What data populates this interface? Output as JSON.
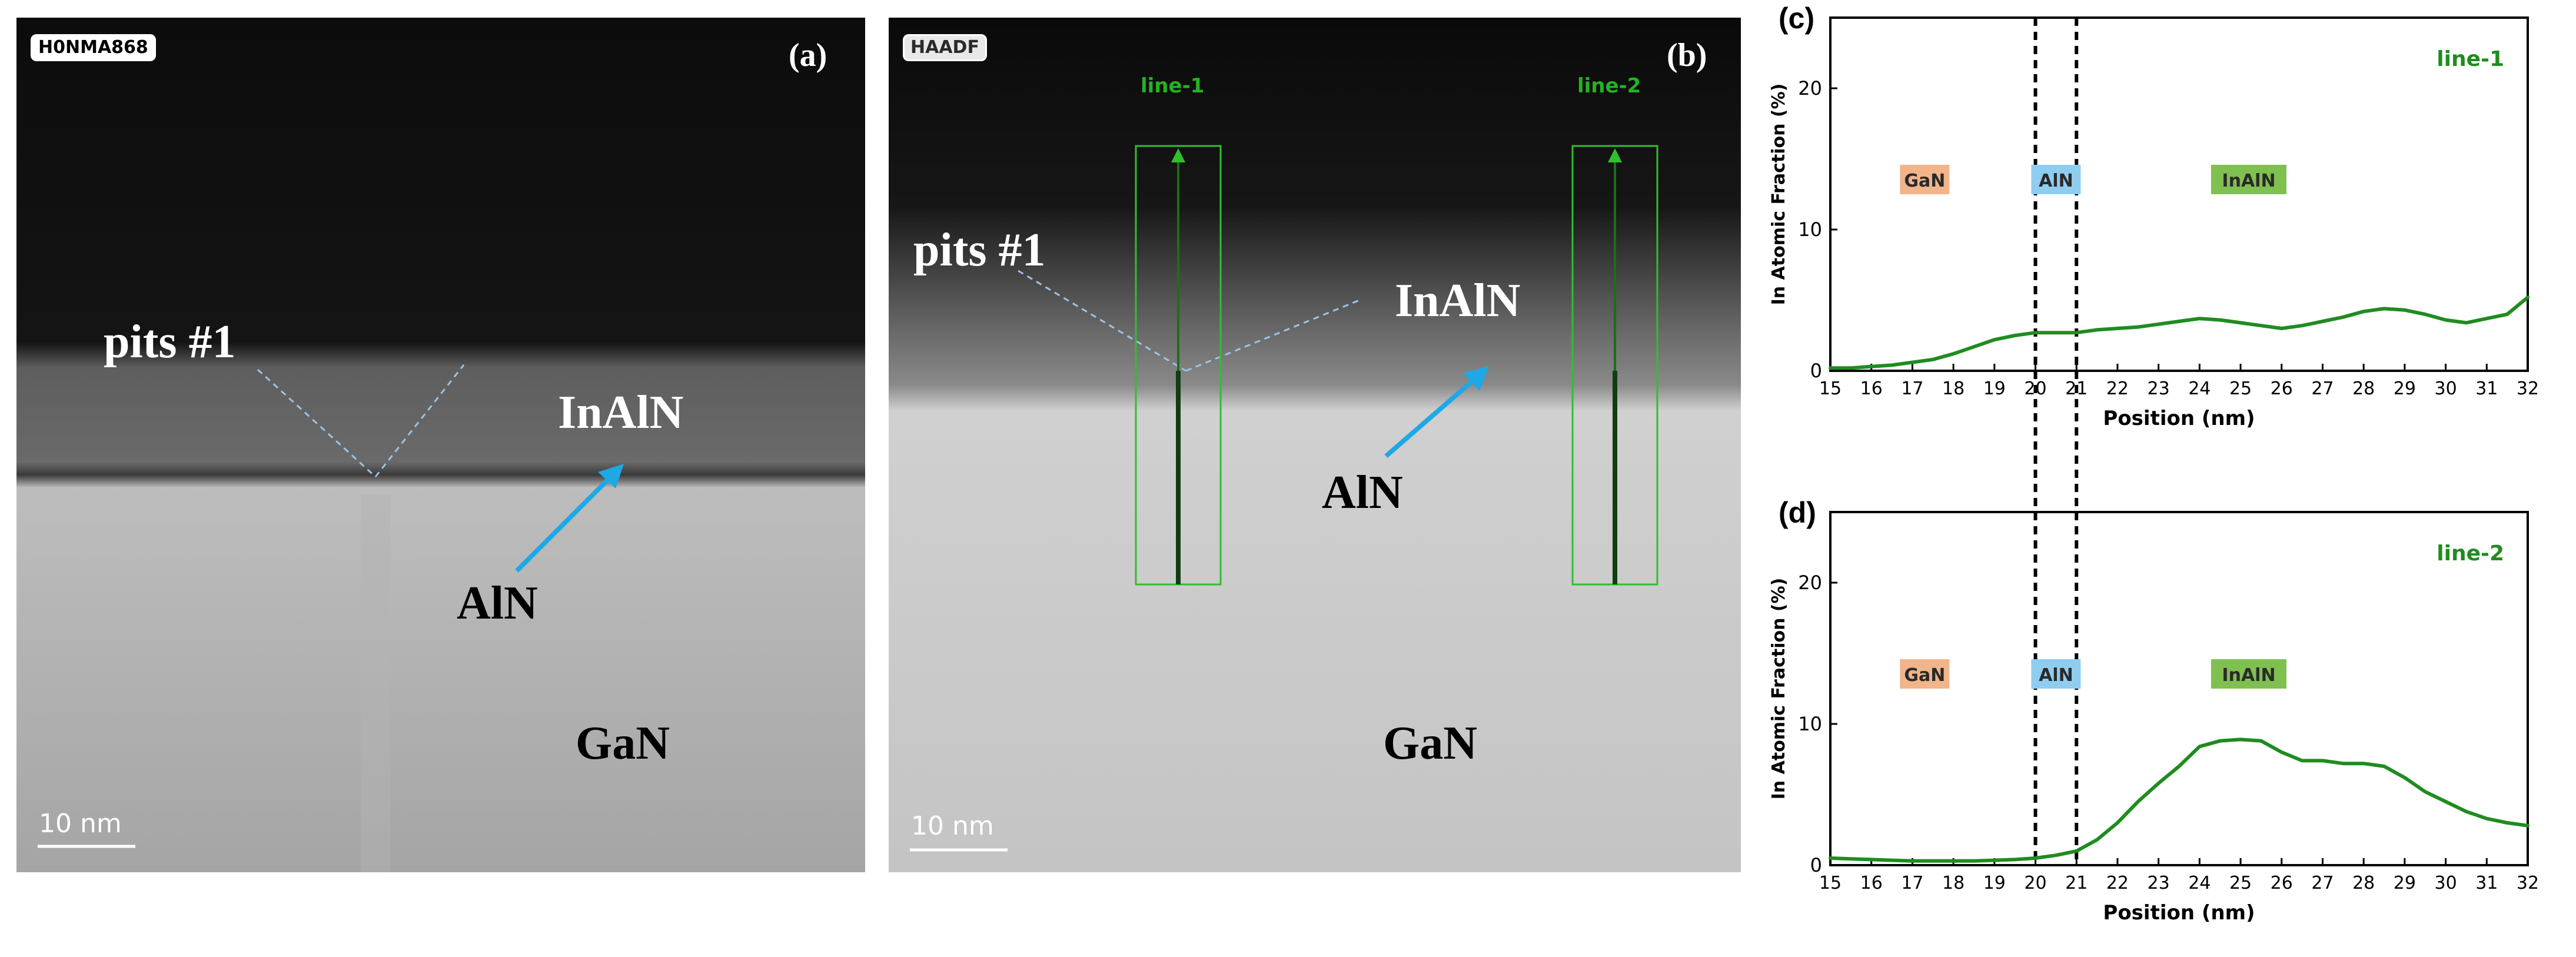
{
  "panel_a": {
    "label": "(a)",
    "tag": "H0NMA868",
    "pits_label": "pits #1",
    "inaln_label": "InAlN",
    "aln_label": "AlN",
    "gan_label": "GaN",
    "scale_label": "10 nm"
  },
  "panel_b": {
    "label": "(b)",
    "tag": "HAADF",
    "pits_label": "pits #1",
    "inaln_label": "InAlN",
    "aln_label": "AlN",
    "gan_label": "GaN",
    "scale_label": "10 nm",
    "line1_label": "line-1",
    "line2_label": "line-2"
  },
  "colors": {
    "line": "#1f8c1f",
    "gan_box": "#f2b48a",
    "aln_box": "#8ecdf0",
    "inaln_box": "#7fc050",
    "arrow": "#1ea8e6",
    "pit_line": "#9cc4e6"
  },
  "chart_data": [
    {
      "panel_label": "(c)",
      "type": "line",
      "series_label": "line-1",
      "xlabel": "Position (nm)",
      "ylabel": "In Atomic Fraction (%)",
      "xlim": [
        15,
        32
      ],
      "ylim": [
        0,
        25
      ],
      "xticks": [
        15,
        16,
        17,
        18,
        19,
        20,
        21,
        22,
        23,
        24,
        25,
        26,
        27,
        28,
        29,
        30,
        31,
        32
      ],
      "yticks": [
        0,
        10,
        20
      ],
      "vlines": [
        20,
        21
      ],
      "regions": [
        {
          "label": "GaN",
          "x": 17.3,
          "y": 13.5
        },
        {
          "label": "AlN",
          "x": 20.5,
          "y": 13.5
        },
        {
          "label": "InAlN",
          "x": 25.2,
          "y": 13.5
        }
      ],
      "x": [
        15,
        15.5,
        16,
        16.5,
        17,
        17.5,
        18,
        18.5,
        19,
        19.5,
        20,
        20.5,
        21,
        21.5,
        22,
        22.5,
        23,
        23.5,
        24,
        24.5,
        25,
        25.5,
        26,
        26.5,
        27,
        27.5,
        28,
        28.5,
        29,
        29.5,
        30,
        30.5,
        31,
        31.5,
        32
      ],
      "y": [
        0.2,
        0.2,
        0.3,
        0.4,
        0.6,
        0.8,
        1.2,
        1.7,
        2.2,
        2.5,
        2.7,
        2.7,
        2.7,
        2.9,
        3.0,
        3.1,
        3.3,
        3.5,
        3.7,
        3.6,
        3.4,
        3.2,
        3.0,
        3.2,
        3.5,
        3.8,
        4.2,
        4.4,
        4.3,
        4.0,
        3.6,
        3.4,
        3.7,
        4.0,
        5.2
      ]
    },
    {
      "panel_label": "(d)",
      "type": "line",
      "series_label": "line-2",
      "xlabel": "Position (nm)",
      "ylabel": "In Atomic Fraction (%)",
      "xlim": [
        15,
        32
      ],
      "ylim": [
        0,
        25
      ],
      "xticks": [
        15,
        16,
        17,
        18,
        19,
        20,
        21,
        22,
        23,
        24,
        25,
        26,
        27,
        28,
        29,
        30,
        31,
        32
      ],
      "yticks": [
        0,
        10,
        20
      ],
      "vlines": [
        20,
        21
      ],
      "regions": [
        {
          "label": "GaN",
          "x": 17.3,
          "y": 13.5
        },
        {
          "label": "AlN",
          "x": 20.5,
          "y": 13.5
        },
        {
          "label": "InAlN",
          "x": 25.2,
          "y": 13.5
        }
      ],
      "x": [
        15,
        15.5,
        16,
        16.5,
        17,
        17.5,
        18,
        18.5,
        19,
        19.5,
        20,
        20.5,
        21,
        21.5,
        22,
        22.5,
        23,
        23.5,
        24,
        24.5,
        25,
        25.5,
        26,
        26.5,
        27,
        27.5,
        28,
        28.5,
        29,
        29.5,
        30,
        30.5,
        31,
        31.5,
        32
      ],
      "y": [
        0.5,
        0.45,
        0.4,
        0.35,
        0.3,
        0.3,
        0.3,
        0.3,
        0.35,
        0.4,
        0.5,
        0.7,
        1.0,
        1.8,
        3.0,
        4.5,
        5.8,
        7.0,
        8.4,
        8.8,
        8.9,
        8.8,
        8.0,
        7.4,
        7.4,
        7.2,
        7.2,
        7.0,
        6.2,
        5.2,
        4.5,
        3.8,
        3.3,
        3.0,
        2.8
      ]
    }
  ]
}
